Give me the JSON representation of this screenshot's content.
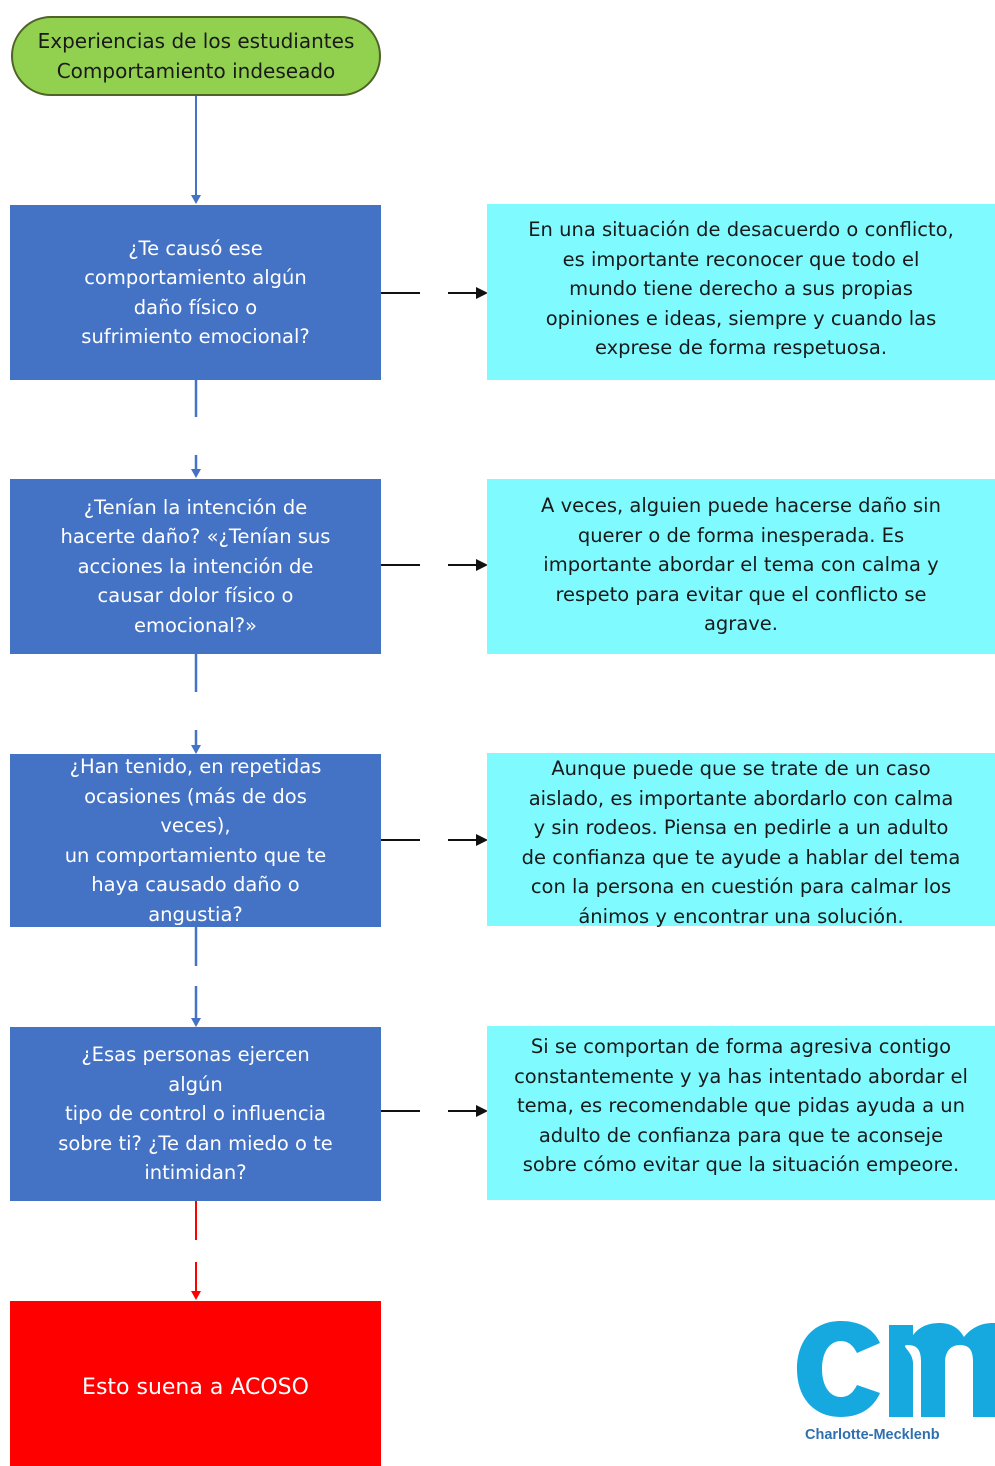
{
  "start": {
    "text": "Experiencias de los estudiantes\nComportamiento indeseado"
  },
  "questions": [
    {
      "text": "¿Te causó ese\ncomportamiento algún\ndaño físico o\nsufrimiento emocional?"
    },
    {
      "text": "¿Tenían la intención de\nhacerte daño? «¿Tenían sus\nacciones la intención de\ncausar dolor físico o\nemocional?»"
    },
    {
      "text": "¿Han tenido, en repetidas\nocasiones (más de dos veces),\nun comportamiento que te\nhaya causado daño o\nangustia?"
    },
    {
      "text": "¿Esas personas ejercen algún\ntipo de control o influencia\nsobre ti? ¿Te dan miedo o te\nintimidan?"
    }
  ],
  "answers": [
    {
      "text": "En una situación de desacuerdo o conflicto,\nes importante reconocer que todo el\nmundo tiene derecho a sus propias\nopiniones e ideas, siempre y cuando las\nexprese de forma respetuosa."
    },
    {
      "text": "A veces, alguien puede hacerse daño sin\nquerer o de forma inesperada. Es\nimportante abordar el tema con calma y\nrespeto para evitar que el conflicto se\nagrave."
    },
    {
      "text": "Aunque puede que se trate de un caso\naislado, es importante abordarlo con calma\ny sin rodeos. Piensa en pedirle a un adulto\nde confianza que te ayude a hablar del tema\ncon la persona en cuestión para calmar los\nánimos y encontrar una solución."
    },
    {
      "text": "Si se comportan de forma agresiva contigo\nconstantemente y ya has intentado abordar el\ntema, es recomendable que pidas ayuda a un\nadulto de confianza para que te aconseje\nsobre cómo evitar que la situación empeore."
    }
  ],
  "end": {
    "text": "Esto suena a ACOSO"
  },
  "logo": {
    "monogram": "cm",
    "caption": "Charlotte-Mecklenb"
  },
  "colors": {
    "start_fill": "#92d050",
    "question_fill": "#4472c4",
    "answer_fill": "#7ffbff",
    "end_fill": "#ff0000",
    "flow_arrow": "#4472c4",
    "final_arrow": "#ff0000",
    "logo": "#16a9e0"
  }
}
